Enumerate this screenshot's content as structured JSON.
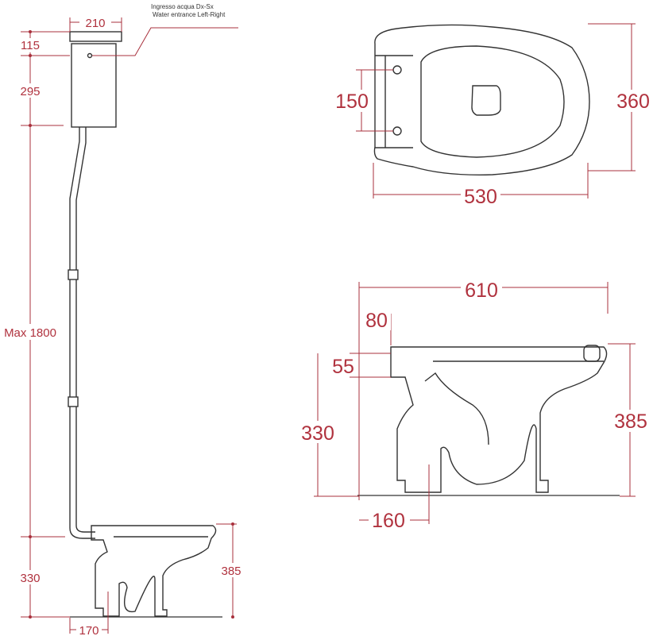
{
  "annotation": {
    "line1": "Ingresso acqua Dx-Sx",
    "line2": "Water entrance Left-Right"
  },
  "elevation_view": {
    "cistern_width": "210",
    "inlet_height": "115",
    "cistern_height": "295",
    "max_height": "Max 1800",
    "outlet_height": "330",
    "bowl_height": "385",
    "outlet_offset": "170"
  },
  "plan_view": {
    "fixing_spacing": "150",
    "width": "360",
    "length": "530"
  },
  "side_view": {
    "length": "610",
    "inlet_offset": "80",
    "inlet_depth": "55",
    "outlet_height": "330",
    "bowl_height": "385",
    "outlet_offset": "160"
  },
  "colors": {
    "dimension": "#a8303c",
    "outline": "#333333"
  }
}
